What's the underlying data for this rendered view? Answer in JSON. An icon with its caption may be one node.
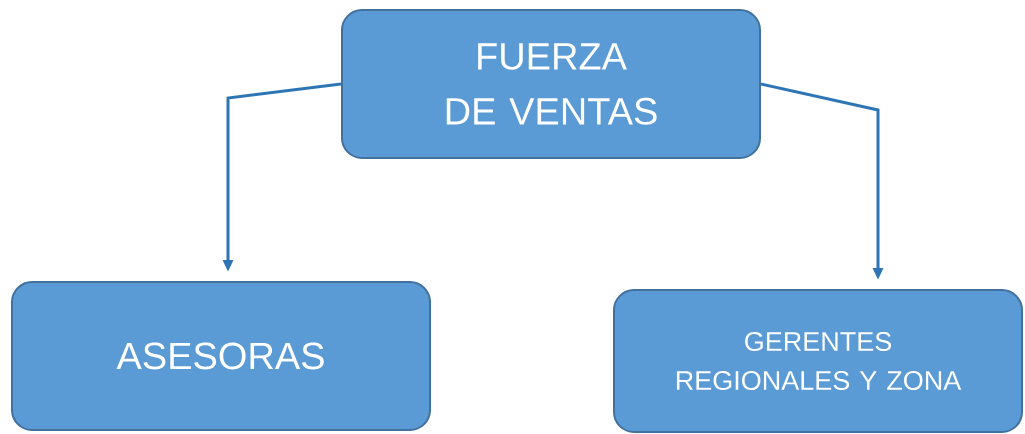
{
  "diagram": {
    "nodes": [
      {
        "text": [
          "FUERZA DE VENTAS"
        ]
      },
      {
        "text": [
          "ASESORAS"
        ]
      },
      {
        "text": [
          "GERENTES REGIONALES Y ZONA"
        ]
      }
    ],
    "edges": [
      {
        "from": 0,
        "to": 1,
        "arrow": "to"
      },
      {
        "from": 0,
        "to": 2,
        "arrow": "to"
      }
    ]
  }
}
